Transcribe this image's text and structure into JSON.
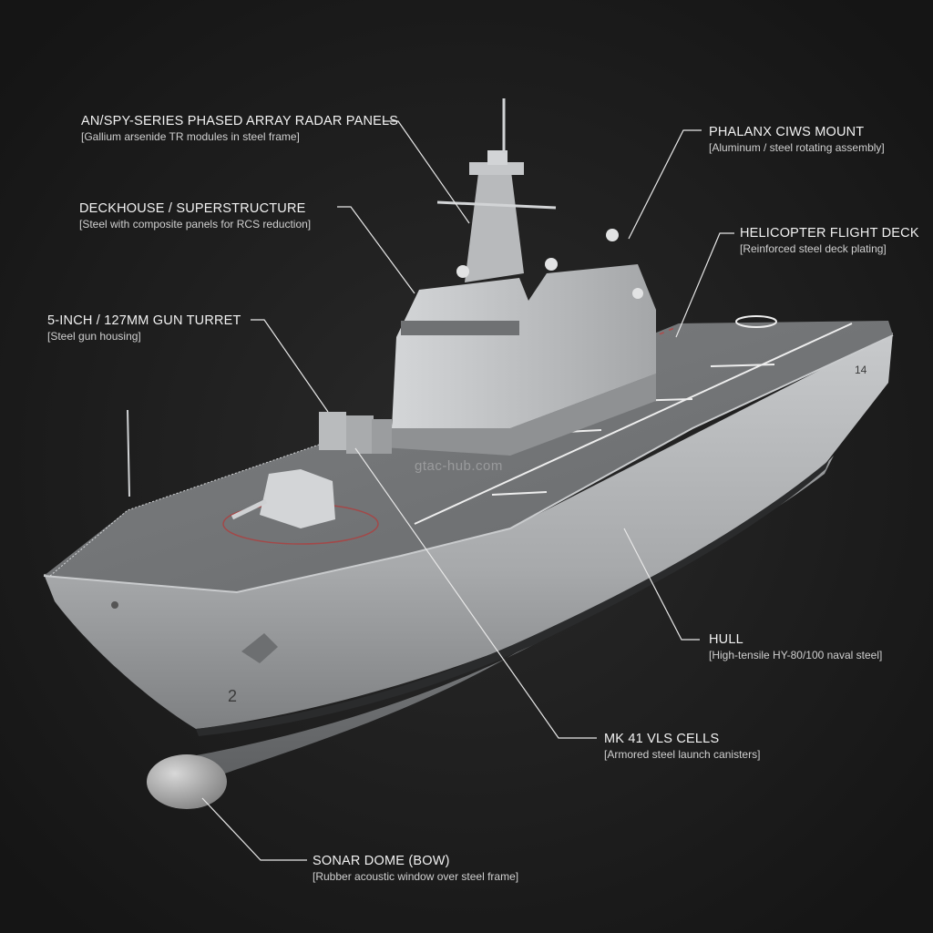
{
  "watermark": "gtac-hub.com",
  "callouts": [
    {
      "id": "radar",
      "title": "AN/SPY-SERIES PHASED ARRAY RADAR PANELS",
      "subtitle": "[Gallium arsenide TR modules in steel frame]"
    },
    {
      "id": "ciws",
      "title": "PHALANX CIWS MOUNT",
      "subtitle": "[Aluminum / steel rotating assembly]"
    },
    {
      "id": "deckhouse",
      "title": "DECKHOUSE / SUPERSTRUCTURE",
      "subtitle": "[Steel with composite panels for RCS reduction]"
    },
    {
      "id": "flightdeck",
      "title": "HELICOPTER FLIGHT DECK",
      "subtitle": "[Reinforced steel deck plating]"
    },
    {
      "id": "gun",
      "title": "5-INCH / 127MM GUN TURRET",
      "subtitle": "[Steel gun housing]"
    },
    {
      "id": "hull",
      "title": "HULL",
      "subtitle": "[High-tensile HY-80/100 naval steel]"
    },
    {
      "id": "vls",
      "title": "MK 41 VLS CELLS",
      "subtitle": "[Armored steel launch canisters]"
    },
    {
      "id": "sonar",
      "title": "SONAR DOME (BOW)",
      "subtitle": "[Rubber acoustic window over steel frame]"
    }
  ],
  "hull_markings": {
    "bow_number": "2",
    "side_number": "14"
  }
}
